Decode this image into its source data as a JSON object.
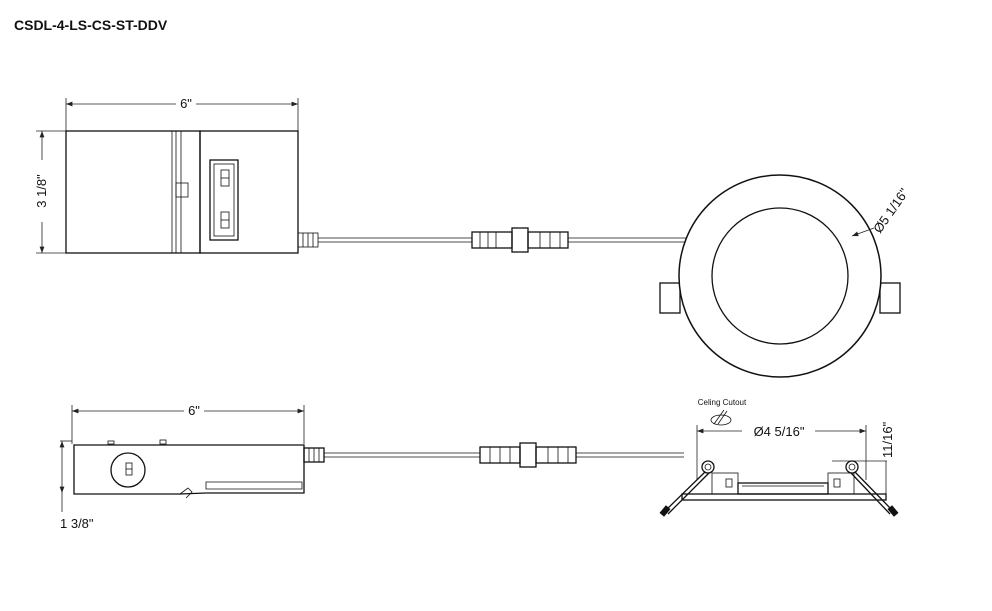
{
  "title": "CSDL-4-LS-CS-ST-DDV",
  "top_view": {
    "width_label": "6\"",
    "height_label": "3 1/8\"",
    "trim_diameter_label": "Ø5 1/16\""
  },
  "side_view": {
    "width_label": "6\"",
    "height_label": "1 3/8\"",
    "ceiling_cutout_label": "Celing Cutout",
    "cutout_diameter_label": "Ø4 5/16\"",
    "trim_height_label": "11/16\""
  }
}
